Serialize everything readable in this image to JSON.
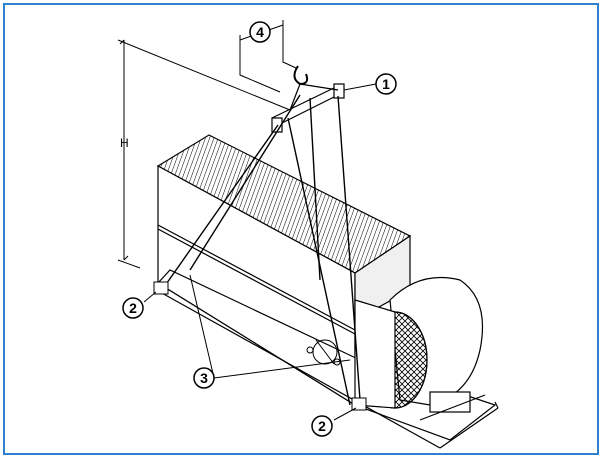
{
  "colors": {
    "frame": "#2f7fd0",
    "line": "#000000",
    "fill_light": "#ffffff",
    "fill_shade": "#e6e6e6"
  },
  "callouts": {
    "c1": "1",
    "c2a": "2",
    "c2b": "2",
    "c3": "3",
    "c4": "4"
  },
  "dimension": {
    "height_label": "H"
  }
}
